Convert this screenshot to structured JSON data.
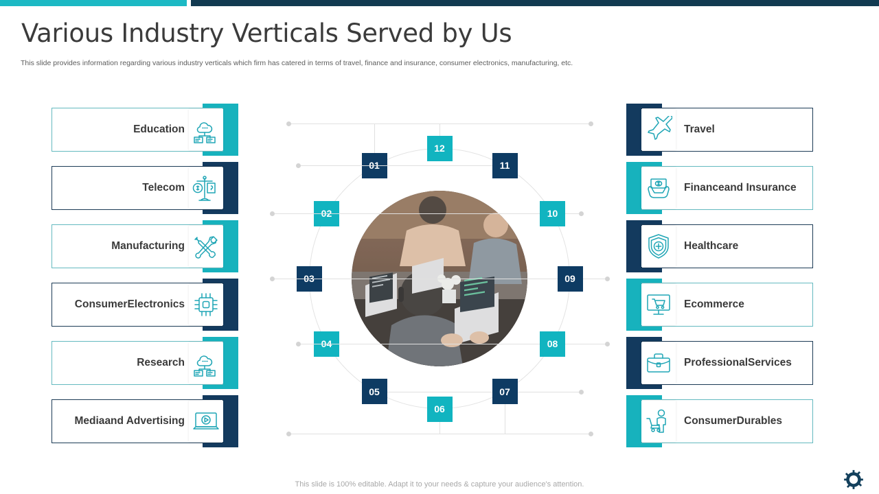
{
  "header": {
    "title": "Various Industry Verticals Served by Us",
    "subtitle": "This slide provides information regarding various industry verticals which firm has catered in terms of travel,  finance and insurance, consumer electronics, manufacturing, etc."
  },
  "colors": {
    "teal": "#17b2bd",
    "teal_bright": "#11b4c0",
    "navy": "#123a51",
    "navy_deep": "#0e3b63",
    "title_text": "#3b3b3b",
    "card_text": "#3a3a3a",
    "connector": "#e0e0e0",
    "footer_text": "#a8a8a8"
  },
  "left_cards": [
    {
      "label": "Education",
      "icon": "cloud-server-icon",
      "accent": "teal"
    },
    {
      "label": "Telecom",
      "icon": "scales-balance-icon",
      "accent": "navy"
    },
    {
      "label": "Manufacturing",
      "icon": "crossed-tools-icon",
      "accent": "teal"
    },
    {
      "label": "Consumer\nElectronics",
      "icon": "microchip-icon",
      "accent": "navy"
    },
    {
      "label": "Research",
      "icon": "cloud-server-icon",
      "accent": "teal"
    },
    {
      "label": "Media\nand Advertising",
      "icon": "video-laptop-icon",
      "accent": "navy"
    }
  ],
  "right_cards": [
    {
      "label": "Travel",
      "icon": "airplane-icon",
      "accent": "navy"
    },
    {
      "label": "Finance\nand Insurance",
      "icon": "money-hands-icon",
      "accent": "teal"
    },
    {
      "label": "Healthcare",
      "icon": "shield-plus-icon",
      "accent": "navy"
    },
    {
      "label": "Ecommerce",
      "icon": "monitor-cart-icon",
      "accent": "teal"
    },
    {
      "label": "Professional\nServices",
      "icon": "briefcase-icon",
      "accent": "navy"
    },
    {
      "label": "Consumer\nDurables",
      "icon": "shopper-cart-icon",
      "accent": "teal"
    }
  ],
  "wheel": {
    "badges": [
      {
        "number": "01",
        "color": "navy"
      },
      {
        "number": "02",
        "color": "teal"
      },
      {
        "number": "03",
        "color": "navy"
      },
      {
        "number": "04",
        "color": "teal"
      },
      {
        "number": "05",
        "color": "navy"
      },
      {
        "number": "06",
        "color": "teal"
      },
      {
        "number": "07",
        "color": "navy"
      },
      {
        "number": "08",
        "color": "teal"
      },
      {
        "number": "09",
        "color": "navy"
      },
      {
        "number": "10",
        "color": "teal"
      },
      {
        "number": "11",
        "color": "navy"
      },
      {
        "number": "12",
        "color": "teal"
      }
    ],
    "center_image": "team-working-on-laptops-photo"
  },
  "footer": {
    "note": "This slide is 100% editable. Adapt it to your needs & capture your audience's attention.",
    "logo": "gear-icon"
  }
}
